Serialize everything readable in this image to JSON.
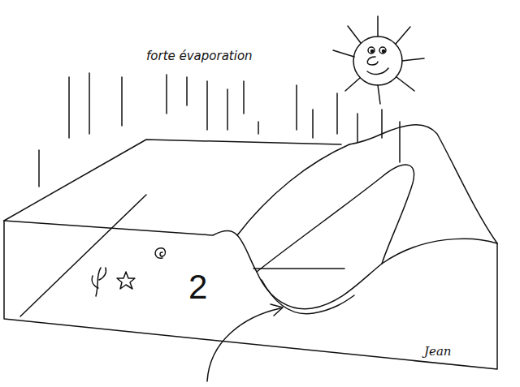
{
  "diagram": {
    "labels": [
      "forte évaporation",
      "2",
      "Jean"
    ]
  }
}
